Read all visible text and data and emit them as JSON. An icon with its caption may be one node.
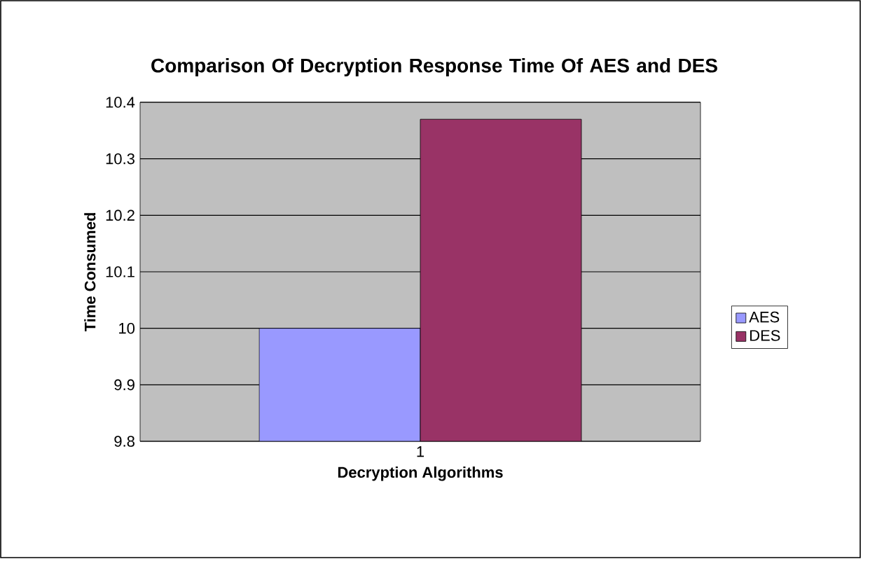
{
  "diagram": {
    "chart_data": {
      "type": "bar",
      "title": "Comparison Of Decryption Response Time Of AES and DES",
      "xlabel": "Decryption Algorithms",
      "ylabel": "Time Consumed",
      "categories": [
        "1"
      ],
      "series": [
        {
          "name": "AES",
          "color": "#9999ff",
          "values": [
            10.0
          ]
        },
        {
          "name": "DES",
          "color": "#993366",
          "values": [
            10.37
          ]
        }
      ],
      "grid": "y",
      "legend": true,
      "ylim": [
        9.8,
        10.4
      ],
      "yticks": [
        9.8,
        9.9,
        10.0,
        10.1,
        10.2,
        10.3,
        10.4
      ]
    }
  }
}
